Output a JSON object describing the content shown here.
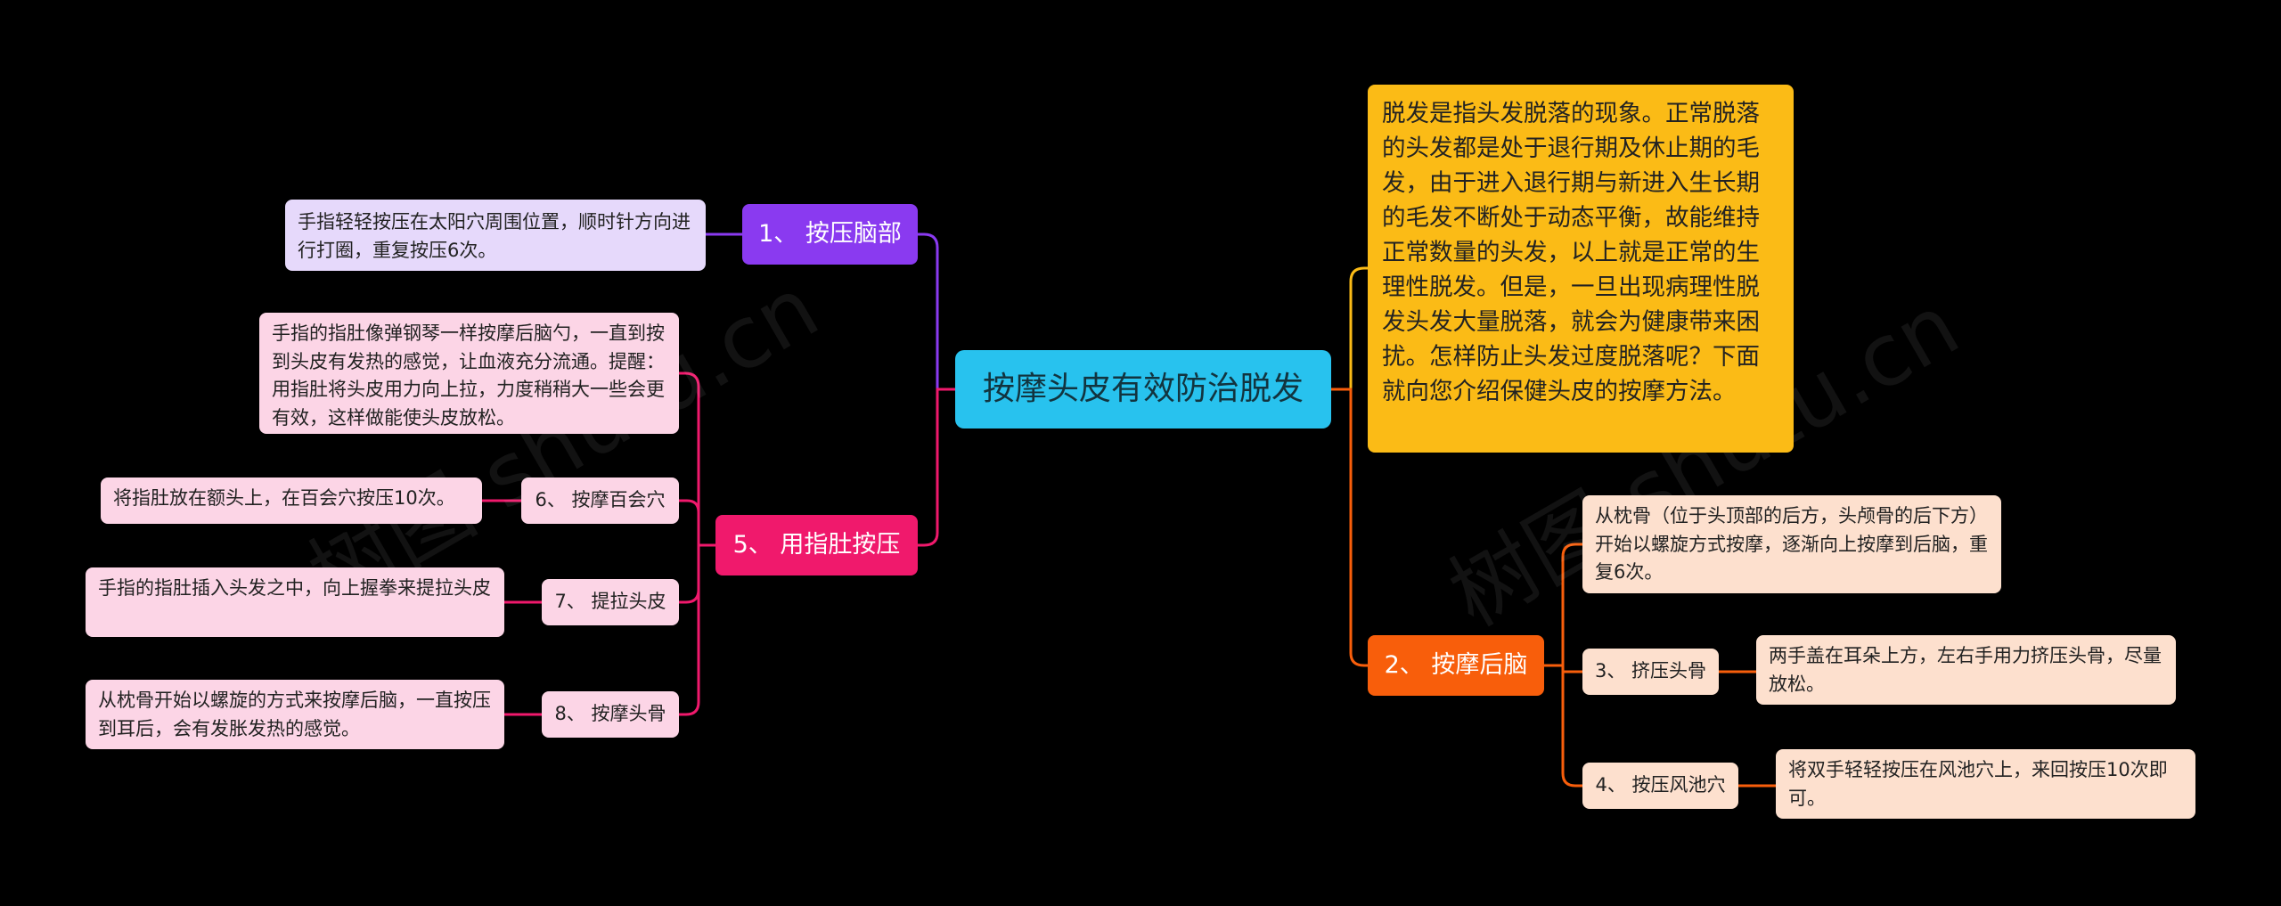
{
  "center": {
    "label": "按摩头皮有效防治脱发"
  },
  "branch1": {
    "label": "1、 按压脑部",
    "detail": "手指轻轻按压在太阳穴周围位置，顺时针方向进行打圈，重复按压6次。"
  },
  "branch5": {
    "label": "5、 用指肚按压",
    "detail": "手指的指肚像弹钢琴一样按摩后脑勺，一直到按到头皮有发热的感觉，让血液充分流通。提醒：用指肚将头皮用力向上拉，力度稍稍大一些会更有效，这样做能使头皮放松。",
    "items": [
      {
        "label": "6、 按摩百会穴",
        "detail": "将指肚放在额头上，在百会穴按压10次。"
      },
      {
        "label": "7、 提拉头皮",
        "detail": "手指的指肚插入头发之中，向上握拳来提拉头皮"
      },
      {
        "label": "8、 按摩头骨",
        "detail": "从枕骨开始以螺旋的方式来按摩后脑，一直按压到耳后，会有发胀发热的感觉。"
      }
    ]
  },
  "intro": {
    "text": "脱发是指头发脱落的现象。正常脱落的头发都是处于退行期及休止期的毛发，由于进入退行期与新进入生长期的毛发不断处于动态平衡，故能维持正常数量的头发，以上就是正常的生理性脱发。但是，一旦出现病理性脱发头发大量脱落，就会为健康带来困扰。怎样防止头发过度脱落呢？下面就向您介绍保健头皮的按摩方法。"
  },
  "branch2": {
    "label": "2、 按摩后脑",
    "detail": "从枕骨（位于头顶部的后方，头颅骨的后下方）开始以螺旋方式按摩，逐渐向上按摩到后脑，重复6次。",
    "items": [
      {
        "label": "3、 挤压头骨",
        "detail": "两手盖在耳朵上方，左右手用力挤压头骨，尽量放松。"
      },
      {
        "label": "4、 按压风池穴",
        "detail": "将双手轻轻按压在风池穴上，来回按压10次即可。"
      }
    ]
  },
  "watermark": {
    "text": "树图 shutu.cn"
  },
  "colors": {
    "center": "#28c2ee",
    "purple": "#8a3af0",
    "pink": "#f0196c",
    "yellow": "#fbbb16",
    "orange": "#f85e0b"
  }
}
